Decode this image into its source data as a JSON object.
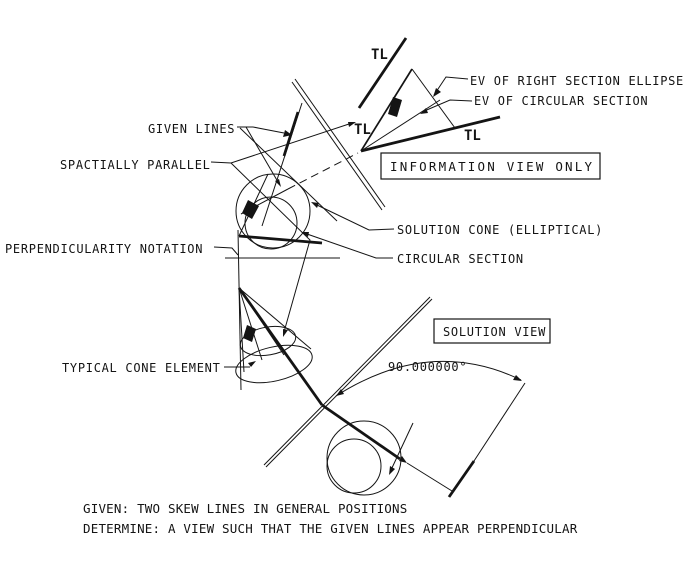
{
  "labels": {
    "given_lines": "GIVEN LINES",
    "spatially_parallel": "SPACTIALLY PARALLEL",
    "perpendicularity_notation": "PERPENDICULARITY NOTATION",
    "solution_cone": "SOLUTION CONE (ELLIPTICAL)",
    "circular_section": "CIRCULAR SECTION",
    "typical_cone_element": "TYPICAL CONE ELEMENT",
    "ev_right_section_ellipse": "EV OF RIGHT SECTION ELLIPSE",
    "ev_circular_section": "EV OF CIRCULAR SECTION"
  },
  "markers": {
    "tl_top": "TL",
    "tl_left": "TL",
    "tl_right": "TL"
  },
  "view_boxes": {
    "information_view": "INFORMATION VIEW ONLY",
    "solution_view": "SOLUTION VIEW"
  },
  "dimension": {
    "angle": "90.000000°"
  },
  "problem_statement": {
    "line1": "GIVEN: TWO SKEW LINES IN GENERAL POSITIONS",
    "line2": "DETERMINE: A VIEW SUCH THAT THE GIVEN LINES APPEAR PERPENDICULAR"
  },
  "colors": {
    "ink": "#141414",
    "background": "#ffffff"
  }
}
